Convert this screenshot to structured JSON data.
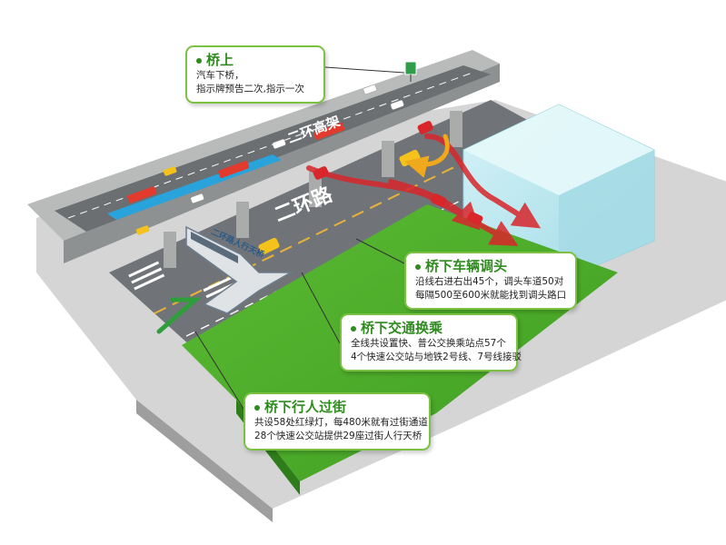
{
  "road_labels": {
    "viaduct": "二环高架",
    "ground_road": "二环路",
    "footbridge": "二环路人行天桥"
  },
  "callouts": [
    {
      "title": "桥上",
      "lines": [
        "汽车下桥，",
        "指示牌预告二次,指示一次"
      ]
    },
    {
      "title": "桥下车辆调头",
      "lines": [
        "沿线右进右出45个，调头车道50对",
        "每隔500至600米就能找到调头路口"
      ]
    },
    {
      "title": "桥下交通换乘",
      "lines": [
        "全线共设置快、普公交换乘站点57个",
        "4个快速公交站与地铁2号线、7号线接驳"
      ]
    },
    {
      "title": "桥下行人过街",
      "lines": [
        "共设58处红绿灯，每480米就有过街通道",
        "28个快速公交站提供29座过街人行天桥"
      ]
    }
  ],
  "colors": {
    "callout_border": "#7cc242",
    "title_green": "#2e8b1e",
    "lawn": "#4fae2a",
    "bus_lane": "#29a3dc",
    "turn_arrow": "#d8262b",
    "guide_arrow": "#f0a81c",
    "building_glass": "#bde8f0"
  }
}
